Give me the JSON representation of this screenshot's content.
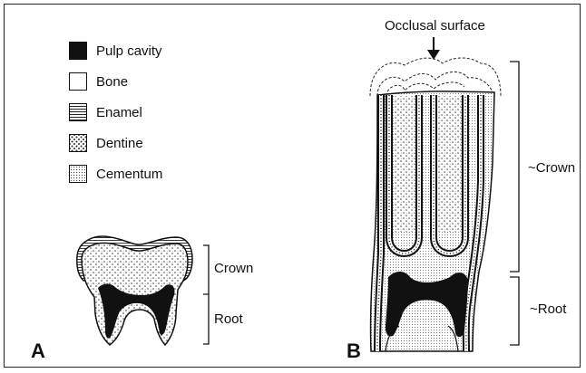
{
  "legend": [
    {
      "key": "pulp",
      "label": "Pulp cavity"
    },
    {
      "key": "bone",
      "label": "Bone"
    },
    {
      "key": "enamel",
      "label": "Enamel"
    },
    {
      "key": "dentine",
      "label": "Dentine"
    },
    {
      "key": "cementum",
      "label": "Cementum"
    }
  ],
  "panel_a": {
    "letter": "A",
    "crown_label": "Crown",
    "root_label": "Root"
  },
  "panel_b": {
    "letter": "B",
    "occlusal_label": "Occlusal surface",
    "crown_label": "~Crown",
    "root_label": "~Root"
  },
  "colors": {
    "ink": "#111111",
    "pulp": "#111111",
    "paper": "#ffffff"
  }
}
